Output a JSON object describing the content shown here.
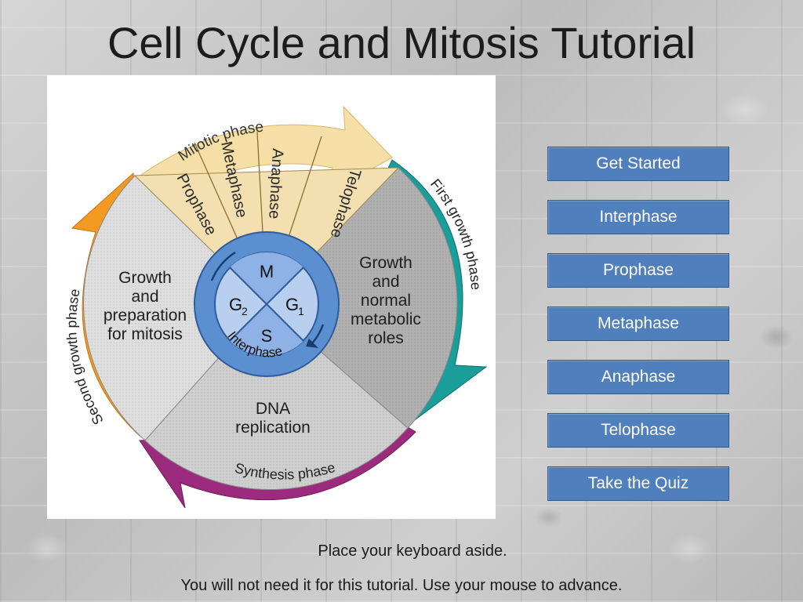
{
  "slide": {
    "title": "Cell Cycle and Mitosis Tutorial"
  },
  "diagram": {
    "arc_labels": {
      "mitotic": "Mitotic phase",
      "first_growth": "First growth phase",
      "second_growth": "Second growth phase",
      "synthesis": "Synthesis phase"
    },
    "mitosis_stages": [
      "Prophase",
      "Metaphase",
      "Anaphase",
      "Telophase"
    ],
    "sector_labels": {
      "growth_prep": [
        "Growth",
        "and",
        "preparation",
        "for mitosis"
      ],
      "growth_normal": [
        "Growth",
        "and",
        "normal",
        "metabolic",
        "roles"
      ],
      "dna": [
        "DNA",
        "replication"
      ]
    },
    "center": {
      "m": "M",
      "g2": "G",
      "g2_sub": "2",
      "g1": "G",
      "g1_sub": "1",
      "s": "S",
      "interphase": "Interphase"
    },
    "colors": {
      "mitotic_arrow": "#f6dfa6",
      "first_growth_arrow": "#1a9e9a",
      "second_growth_arrow": "#f59a21",
      "synthesis_arrow": "#9c2a7d",
      "center_blue": "#5b8fd0",
      "center_light": "#b9cff0",
      "sector_gray": "#c7c7c7",
      "sector_dark_gray": "#a9a9a9"
    }
  },
  "nav": {
    "buttons": [
      "Get Started",
      "Interphase",
      "Prophase",
      "Metaphase",
      "Anaphase",
      "Telophase",
      "Take the Quiz"
    ]
  },
  "footer": {
    "line1": "Place your keyboard aside.",
    "line2": "You will not need it for this tutorial. Use your mouse to advance."
  }
}
